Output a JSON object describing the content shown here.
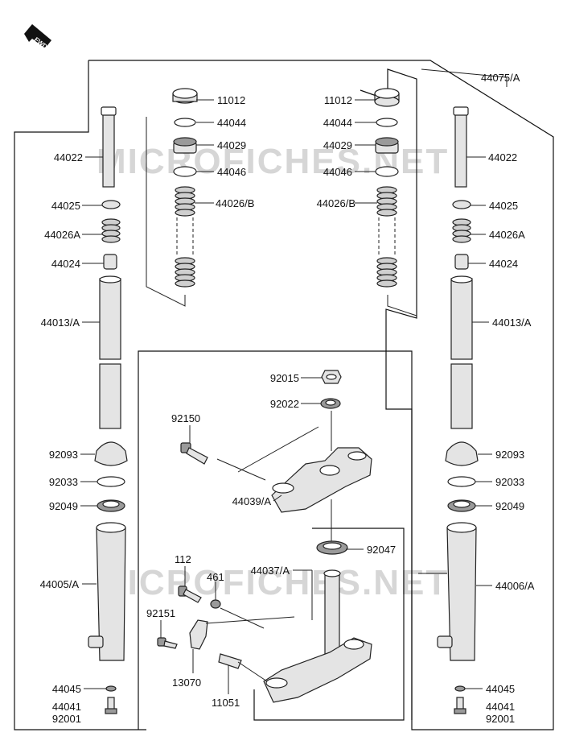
{
  "fwd_badge": "FWD",
  "watermark": "MICROFICHES.NET",
  "labels": {
    "p44075A": "44075/A",
    "p11012_l": "11012",
    "p44044_l": "44044",
    "p44029_l": "44029",
    "p44046_l": "44046",
    "p44026B_l": "44026/B",
    "p11012_r": "11012",
    "p44044_r": "44044",
    "p44029_r": "44029",
    "p44046_r": "44046",
    "p44026B_r": "44026/B",
    "p44022_l": "44022",
    "p44025_l": "44025",
    "p44026A_l": "44026A",
    "p44024_l": "44024",
    "p44013A_l": "44013/A",
    "p44022_r": "44022",
    "p44025_r": "44025",
    "p44026A_r": "44026A",
    "p44024_r": "44024",
    "p44013A_r": "44013/A",
    "p92015": "92015",
    "p92022": "92022",
    "p92150": "92150",
    "p44039A": "44039/A",
    "p92093_l": "92093",
    "p92033_l": "92033",
    "p92049_l": "92049",
    "p92093_r": "92093",
    "p92033_r": "92033",
    "p92049_r": "92049",
    "p92047": "92047",
    "p44037A": "44037/A",
    "p112": "112",
    "p461": "461",
    "p44005A": "44005/A",
    "p44006A": "44006/A",
    "p92151": "92151",
    "p13070": "13070",
    "p11051": "11051",
    "p44045_l": "44045",
    "p44041_l": "44041",
    "p92001_l": "92001",
    "p44045_r": "44045",
    "p44041_r": "44041",
    "p92001_r": "92001"
  }
}
